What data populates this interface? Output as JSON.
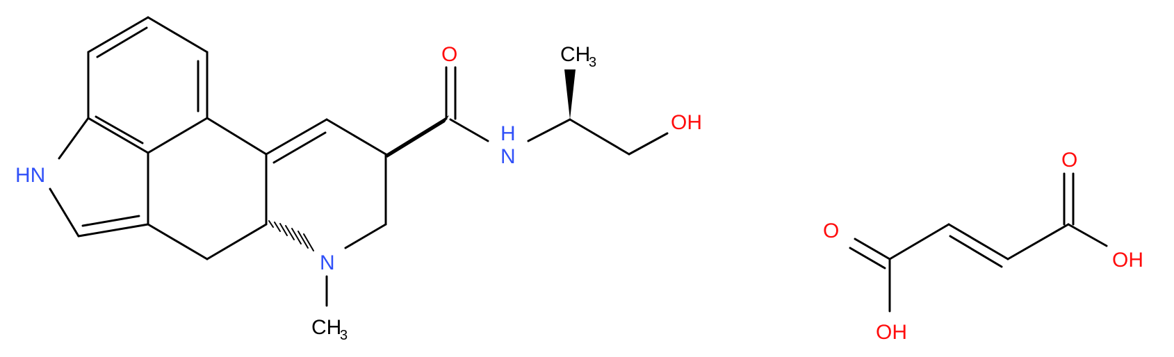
{
  "labels": {
    "nh_indole": "HN",
    "n_ring": "N",
    "n_methyl": "CH",
    "n_methyl_sub": "3",
    "carbonyl_o": "O",
    "amide_h": "H",
    "amide_n": "N",
    "side_methyl": "CH",
    "side_methyl_sub": "3",
    "hydroxyl": "OH",
    "acid_o1": "O",
    "acid_oh1": "OH",
    "acid_o2": "O",
    "acid_oh2": "OH"
  },
  "colors": {
    "bond": "#000000",
    "carbon": "#000000",
    "nitrogen": "#3050F8",
    "oxygen": "#FF0D0D"
  }
}
